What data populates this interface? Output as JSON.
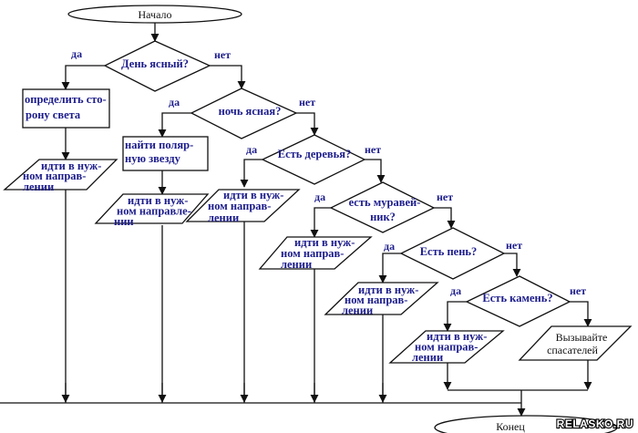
{
  "start": "Начало",
  "end": "Конец",
  "yes": "да",
  "no": "нет",
  "decisions": [
    [
      "День ясный?"
    ],
    [
      "ночь ясная?"
    ],
    [
      "Есть деревья?"
    ],
    [
      "есть муравей-",
      "ник?"
    ],
    [
      "Есть пень?"
    ],
    [
      "Есть камень?"
    ]
  ],
  "processes": [
    [
      "определить сто-",
      "рону света"
    ],
    [
      "найти поляр-",
      "ную звезду"
    ]
  ],
  "outputs": [
    [
      "идти в нуж-",
      "ном направ-",
      "лении"
    ],
    [
      "идти в нуж-",
      "ном направле-",
      "нии"
    ],
    [
      "идти в нуж-",
      "ном направ-",
      "лении"
    ],
    [
      "идти в нуж-",
      "ном направ-",
      "лении"
    ],
    [
      "идти в нуж-",
      "ном направ-",
      "лении"
    ],
    [
      "идти в нуж-",
      "ном направ-",
      "лении"
    ],
    [
      "Вызывайте",
      "спасателей"
    ]
  ],
  "watermark": "RELASKO.RU"
}
